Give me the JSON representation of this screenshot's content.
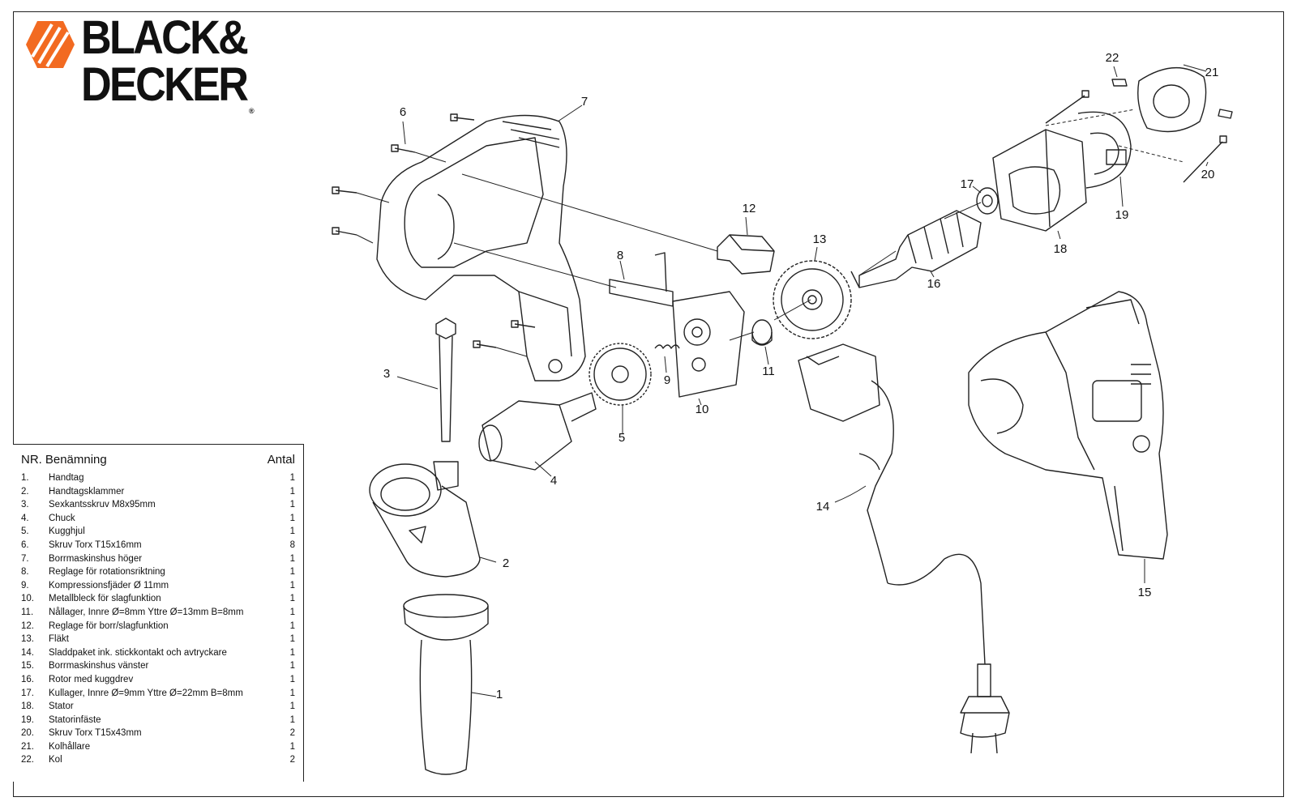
{
  "brand": {
    "name_line1": "BLACK&",
    "name_line2": "DECKER",
    "registered_mark": "®",
    "accent_color": "#f26a21"
  },
  "callouts": [
    "1",
    "2",
    "3",
    "4",
    "5",
    "6",
    "7",
    "8",
    "9",
    "10",
    "11",
    "12",
    "13",
    "14",
    "15",
    "16",
    "17",
    "18",
    "19",
    "20",
    "21",
    "22"
  ],
  "parts_table": {
    "header_nr": "NR.",
    "header_name": "Benämning",
    "header_qty": "Antal",
    "rows": [
      {
        "nr": "1.",
        "name": "Handtag",
        "qty": "1"
      },
      {
        "nr": "2.",
        "name": "Handtagsklammer",
        "qty": "1"
      },
      {
        "nr": "3.",
        "name": "Sexkantsskruv M8x95mm",
        "qty": "1"
      },
      {
        "nr": "4.",
        "name": "Chuck",
        "qty": "1"
      },
      {
        "nr": "5.",
        "name": "Kugghjul",
        "qty": "1"
      },
      {
        "nr": "6.",
        "name": "Skruv Torx T15x16mm",
        "qty": "8"
      },
      {
        "nr": "7.",
        "name": "Borrmaskinshus höger",
        "qty": "1"
      },
      {
        "nr": "8.",
        "name": "Reglage för rotationsriktning",
        "qty": "1"
      },
      {
        "nr": "9.",
        "name": "Kompressionsfjäder Ø 11mm",
        "qty": "1"
      },
      {
        "nr": "10.",
        "name": "Metallbleck för slagfunktion",
        "qty": "1"
      },
      {
        "nr": "11.",
        "name": "Nållager, Innre Ø=8mm Yttre Ø=13mm B=8mm",
        "qty": "1"
      },
      {
        "nr": "12.",
        "name": "Reglage för borr/slagfunktion",
        "qty": "1"
      },
      {
        "nr": "13.",
        "name": "Fläkt",
        "qty": "1"
      },
      {
        "nr": "14.",
        "name": "Sladdpaket ink. stickkontakt och avtryckare",
        "qty": "1"
      },
      {
        "nr": "15.",
        "name": "Borrmaskinshus vänster",
        "qty": "1"
      },
      {
        "nr": "16.",
        "name": "Rotor med kuggdrev",
        "qty": "1"
      },
      {
        "nr": "17.",
        "name": "Kullager, Innre Ø=9mm Yttre Ø=22mm B=8mm",
        "qty": "1"
      },
      {
        "nr": "18.",
        "name": "Stator",
        "qty": "1"
      },
      {
        "nr": "19.",
        "name": "Statorinfäste",
        "qty": "1"
      },
      {
        "nr": "20.",
        "name": "Skruv Torx T15x43mm",
        "qty": "2"
      },
      {
        "nr": "21.",
        "name": "Kolhållare",
        "qty": "1"
      },
      {
        "nr": "22.",
        "name": "Kol",
        "qty": "2"
      }
    ]
  }
}
